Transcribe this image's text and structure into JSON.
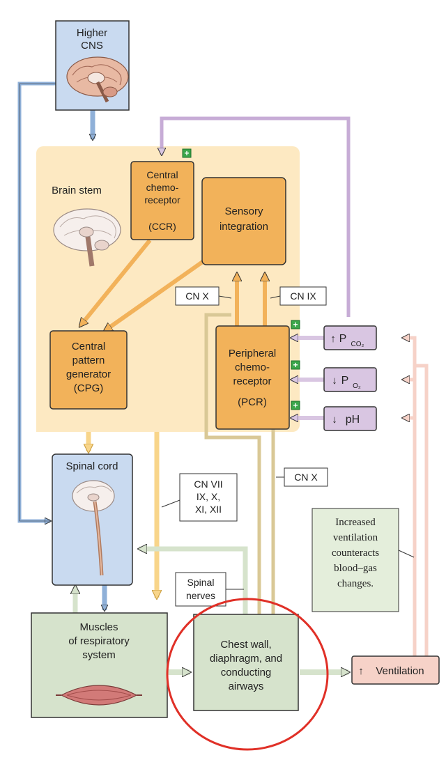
{
  "higher_cns": {
    "line1": "Higher",
    "line2": "CNS"
  },
  "brain_stem": {
    "label": "Brain stem"
  },
  "ccr": {
    "line1": "Central",
    "line2": "chemo-",
    "line3": "receptor",
    "line4": "(CCR)"
  },
  "sensory": {
    "line1": "Sensory",
    "line2": "integration"
  },
  "cpg": {
    "line1": "Central",
    "line2": "pattern",
    "line3": "generator",
    "line4": "(CPG)"
  },
  "pcr": {
    "line1": "Peripheral",
    "line2": "chemo-",
    "line3": "receptor",
    "line4": "(PCR)"
  },
  "cn_x_top": "CN X",
  "cn_ix": "CN IX",
  "cn_x_mid": "CN X",
  "pco2": {
    "arrow": "↑",
    "p": "P",
    "sub": "CO₂"
  },
  "po2": {
    "arrow": "↓",
    "p": "P",
    "sub": "O₂"
  },
  "ph": {
    "arrow": "↓",
    "text": "pH"
  },
  "plus": "+",
  "spinal_cord": {
    "label": "Spinal cord"
  },
  "cn_cranial": {
    "line1": "CN VII",
    "line2": "IX, X,",
    "line3": "XI, XII"
  },
  "spinal_nerves": {
    "line1": "Spinal",
    "line2": "nerves"
  },
  "increased_note": {
    "line1": "Increased",
    "line2": "ventilation",
    "line3": "counteracts",
    "line4": "blood–gas",
    "line5": "changes."
  },
  "muscles": {
    "line1": "Muscles",
    "line2": "of respiratory",
    "line3": "system"
  },
  "chest": {
    "line1": "Chest wall,",
    "line2": "diaphragm, and",
    "line3": "conducting",
    "line4": "airways"
  },
  "ventilation": {
    "arrow": "↑",
    "text": "Ventilation"
  },
  "colors": {
    "blue_box": "#c9daf0",
    "orange_box": "#f2b25a",
    "brainstem_bg": "#fde9c2",
    "green_box": "#d6e3cc",
    "purple_box": "#d9c6e2",
    "pink_box": "#f6d2c8",
    "highlight_circle": "#e03027"
  }
}
